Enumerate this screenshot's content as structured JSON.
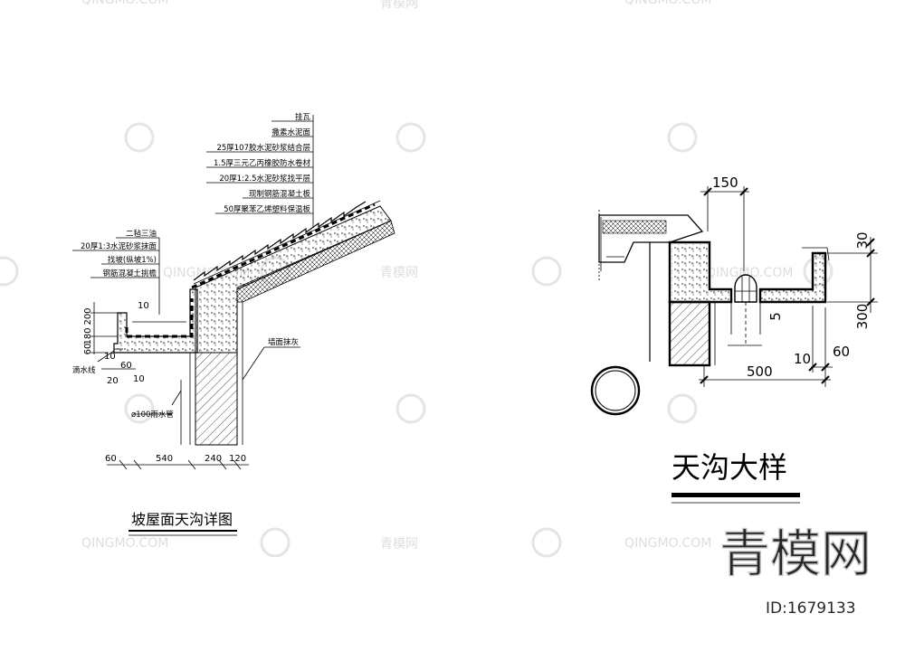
{
  "left_detail": {
    "title": "坡屋面天沟详图",
    "layers": [
      "挂瓦",
      "撒素水泥面",
      "25厚107胶水泥砂浆结合层",
      "1.5厚三元乙丙橡胶防水卷材",
      "20厚1:2.5水泥砂浆找平层",
      "现制钢筋混凝土板",
      "50厚聚苯乙烯塑料保温板"
    ],
    "gutter_notes": [
      "二毡三油",
      "20厚1:3水泥砂浆抹面",
      "找坡(纵坡1%)",
      "钢筋混凝土挑檐"
    ],
    "callouts": {
      "drip": "滴水线",
      "pipe": "ø100雨水管",
      "wall": "墙面抹灰"
    },
    "dims": {
      "v200": "200",
      "v180": "180",
      "v60": "60",
      "v10a": "10",
      "v10b": "10",
      "h60a": "60",
      "h20": "20",
      "h10": "10",
      "b60": "60",
      "b540": "540",
      "b240": "240",
      "b120": "120"
    }
  },
  "right_detail": {
    "title": "天沟大样",
    "dims": {
      "top": "150",
      "bottom": "500",
      "r30": "30",
      "r300": "300",
      "v5": "5",
      "b10": "10",
      "b60": "60"
    }
  },
  "watermark": {
    "brand": "青模网",
    "small": "QINGMO.COM",
    "small_cn": "青模网",
    "id": "ID:1679133"
  }
}
